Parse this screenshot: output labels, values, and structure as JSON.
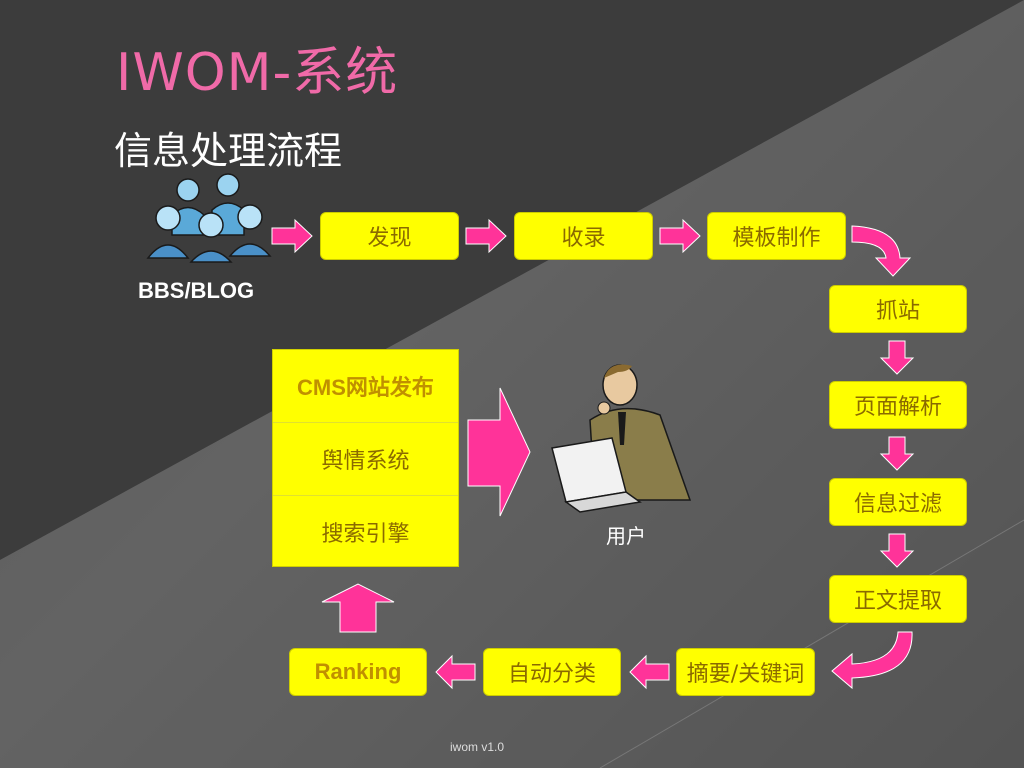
{
  "title": "IWOM-系统",
  "subtitle": "信息处理流程",
  "source_label": "BBS/BLOG",
  "user_label": "用户",
  "flow_top": [
    "发现",
    "收录",
    "模板制作"
  ],
  "flow_right": [
    "抓站",
    "页面解析",
    "信息过滤",
    "正文提取"
  ],
  "flow_bottom": [
    "摘要/关键词",
    "自动分类",
    "Ranking"
  ],
  "outputs": [
    "CMS网站发布",
    "舆情系统",
    "搜索引擎"
  ],
  "footer": "iwom v1.0",
  "colors": {
    "box": "#ffff00",
    "arrow": "#ff3399",
    "title": "#f06aa8"
  }
}
